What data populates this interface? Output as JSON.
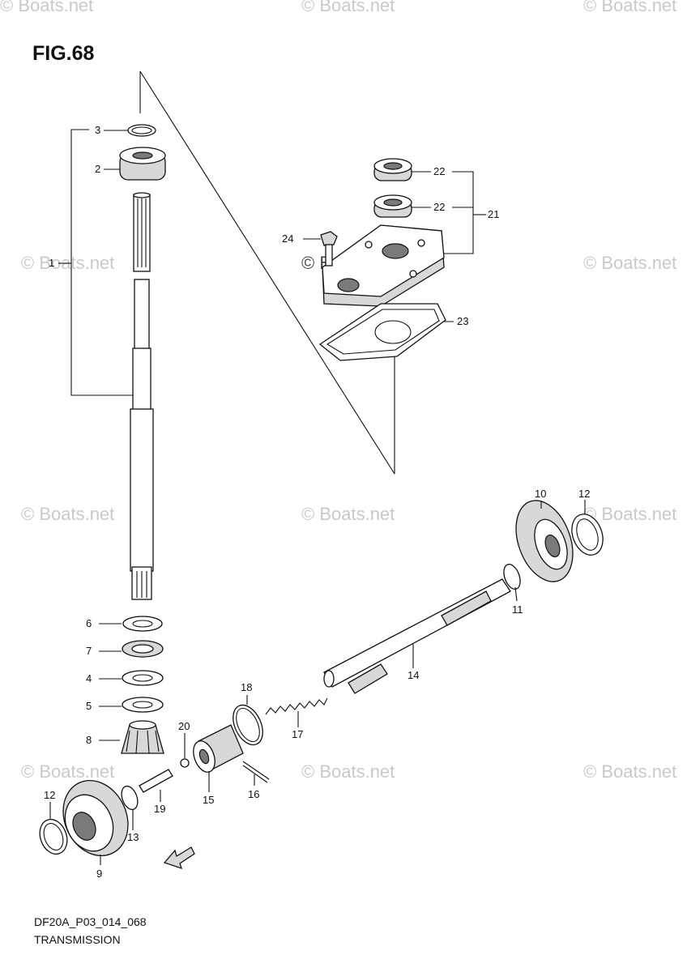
{
  "figure": {
    "title": "FIG.68"
  },
  "footer": {
    "code": "DF20A_P03_014_068",
    "caption": "TRANSMISSION"
  },
  "watermark": {
    "text": "© Boats.net"
  },
  "callouts": [
    "1",
    "2",
    "3",
    "4",
    "5",
    "6",
    "7",
    "8",
    "9",
    "10",
    "11",
    "12",
    "12",
    "13",
    "14",
    "15",
    "16",
    "17",
    "18",
    "19",
    "20",
    "21",
    "22",
    "22",
    "23",
    "24"
  ]
}
